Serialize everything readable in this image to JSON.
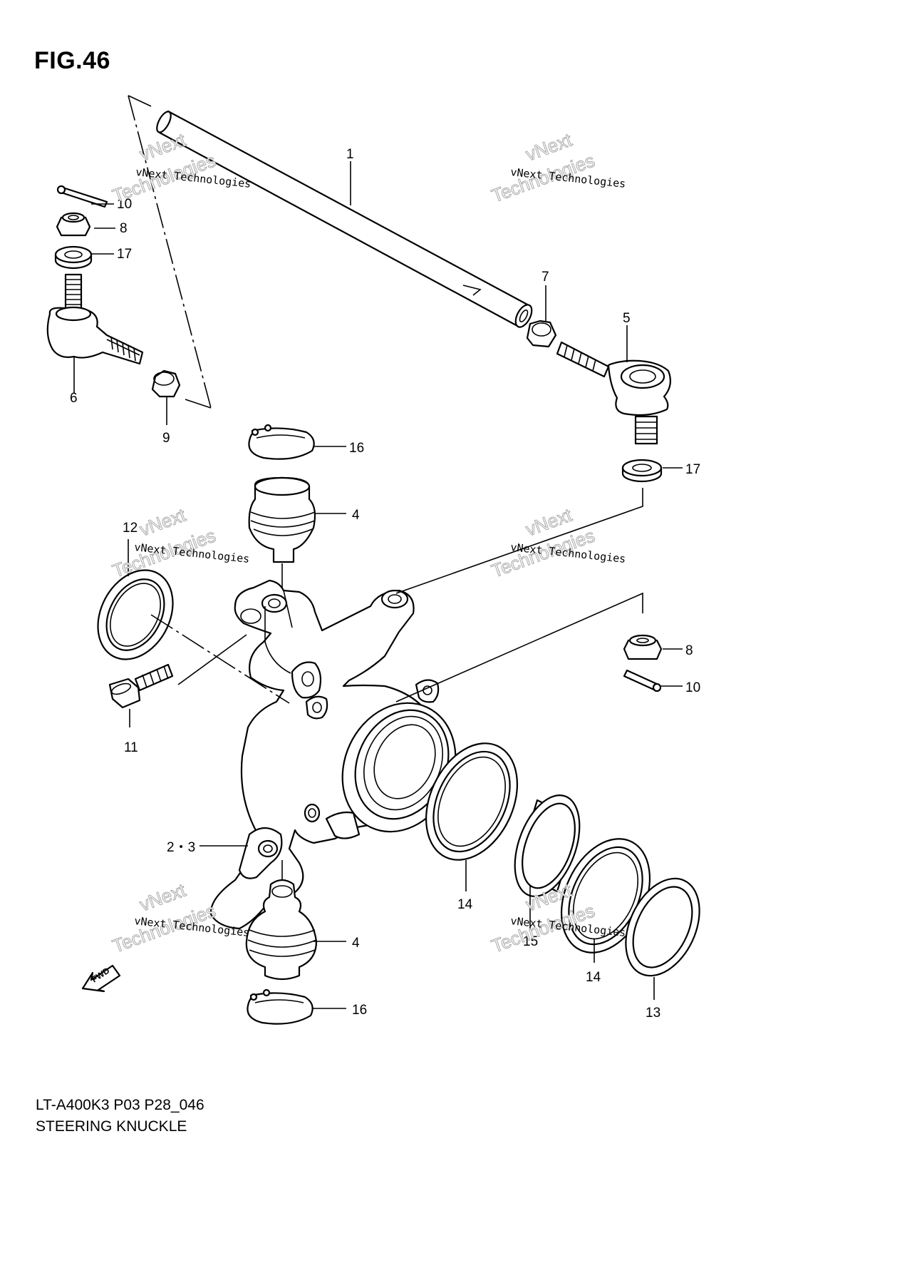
{
  "figure": {
    "title": "FIG.46",
    "code": "LT-A400K3 P03 P28_046",
    "name": "STEERING KNUCKLE"
  },
  "watermark": {
    "line1": "vNext Technologies",
    "line2": "vNext",
    "line3": "Technologies"
  },
  "direction_label": "FWD",
  "callouts": [
    "1",
    "10",
    "8",
    "17",
    "6",
    "9",
    "7",
    "5",
    "16",
    "4",
    "17",
    "12",
    "8",
    "10",
    "11",
    "2・3",
    "14",
    "15",
    "4",
    "14",
    "13",
    "16"
  ]
}
